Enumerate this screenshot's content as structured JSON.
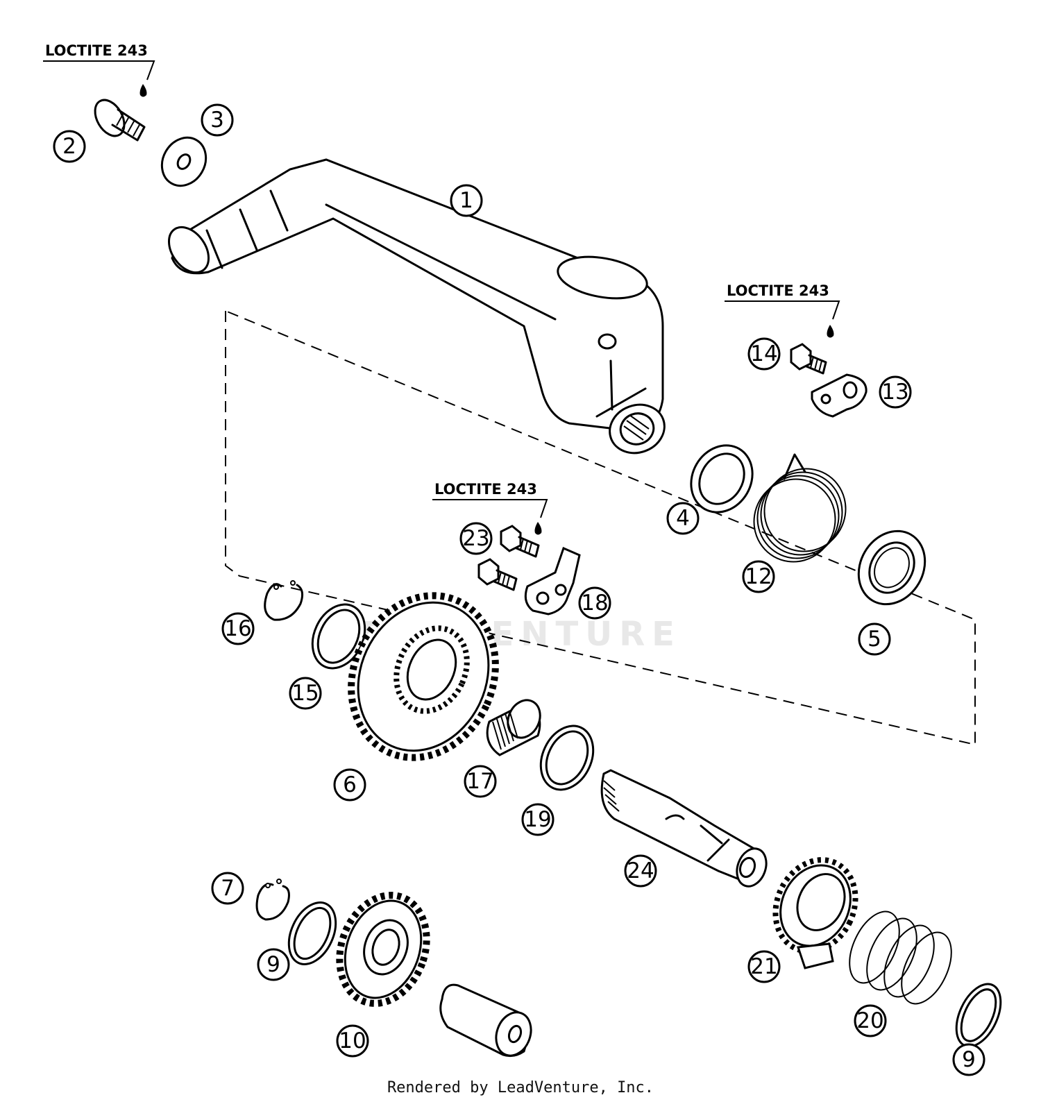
{
  "diagram": {
    "loctite_labels": [
      "LOCTITE 243",
      "LOCTITE 243",
      "LOCTITE 243"
    ],
    "callouts": {
      "c1": "1",
      "c2": "2",
      "c3": "3",
      "c4": "4",
      "c5": "5",
      "c6": "6",
      "c7": "7",
      "c9a": "9",
      "c9b": "9",
      "c10": "10",
      "c12": "12",
      "c13": "13",
      "c14": "14",
      "c15": "15",
      "c16": "16",
      "c17": "17",
      "c18": "18",
      "c19": "19",
      "c20": "20",
      "c21": "21",
      "c23": "23",
      "c24": "24"
    },
    "watermark": "LEADVENTURE"
  },
  "footer": {
    "credit": "Rendered by LeadVenture, Inc."
  }
}
